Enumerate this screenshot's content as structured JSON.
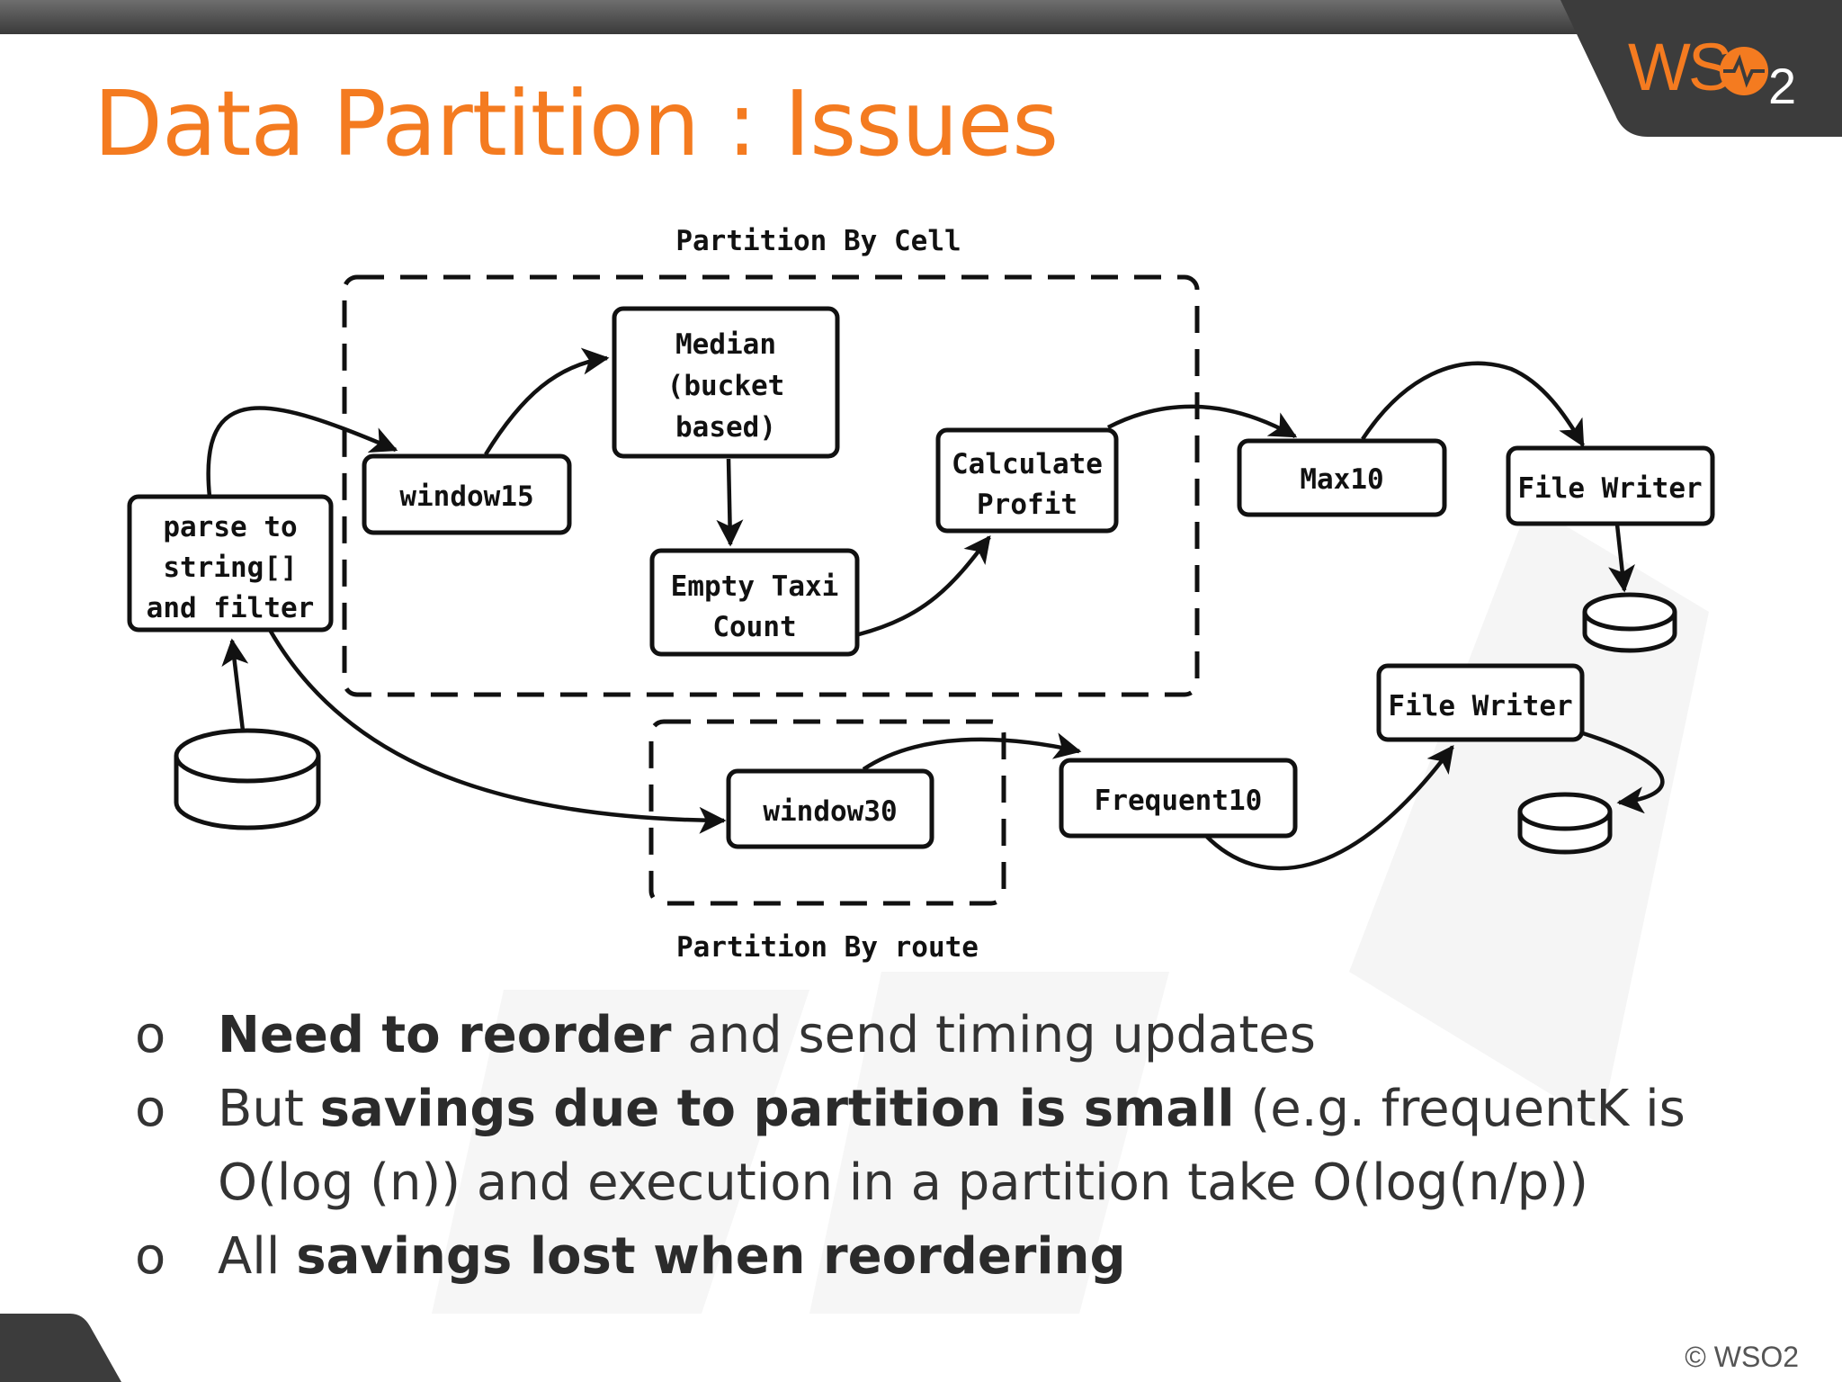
{
  "slide": {
    "title": "Data Partition : Issues",
    "copyright": "© WSO2"
  },
  "logo": {
    "text": "WS",
    "sub": "2"
  },
  "diagram": {
    "groups": {
      "cell": "Partition By Cell",
      "route": "Partition By route"
    },
    "nodes": {
      "parse": [
        "parse to",
        "string[]",
        "and filter"
      ],
      "window15": [
        "window15"
      ],
      "median": [
        "Median",
        "(bucket",
        "based)"
      ],
      "empty_taxi": [
        "Empty Taxi",
        "Count"
      ],
      "calc_profit": [
        "Calculate",
        "Profit"
      ],
      "max10": [
        "Max10"
      ],
      "file_writer_1": [
        "File Writer"
      ],
      "window30": [
        "window30"
      ],
      "frequent10": [
        "Frequent10"
      ],
      "file_writer_2": [
        "File Writer"
      ]
    }
  },
  "bullets": [
    {
      "marker": "o",
      "bold": "Need to reorder",
      "rest": " and send timing updates"
    },
    {
      "marker": "o",
      "pre": "But ",
      "bold": "savings due to partition is small",
      "rest": " (e.g. frequentK is O(log (n)) and execution in a partition take O(log(n/p))"
    },
    {
      "marker": "o",
      "pre": "All ",
      "bold": "savings lost when reordering",
      "rest": ""
    }
  ]
}
